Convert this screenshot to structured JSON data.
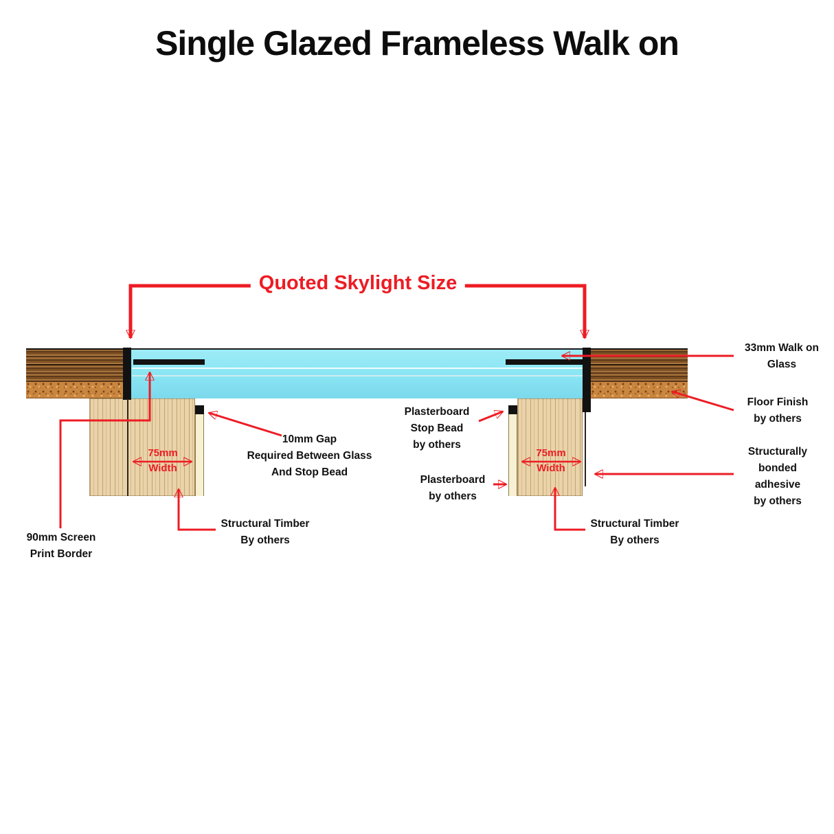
{
  "title": "Single Glazed Frameless Walk on",
  "colors": {
    "annotation_red": "#ed1c24",
    "glass": "#8ce7f4",
    "ink": "#111111"
  },
  "annotations": {
    "quoted_skylight_size": "Quoted Skylight Size",
    "walk_on_glass": "33mm Walk on\nGlass",
    "floor_finish": "Floor Finish\nby others",
    "bonded_adhesive": "Structurally\nbonded\nadhesive\nby others",
    "plasterboard_stop_bead": "Plasterboard\nStop Bead\nby others",
    "plasterboard": "Plasterboard\nby others",
    "gap_note": "10mm Gap\nRequired Between Glass\nAnd Stop Bead",
    "screen_print_border": "90mm Screen\nPrint Border",
    "structural_timber_left": "Structural Timber\nBy others",
    "structural_timber_right": "Structural Timber\nBy others",
    "width_left": "75mm\nWidth",
    "width_right": "75mm\nWidth"
  }
}
